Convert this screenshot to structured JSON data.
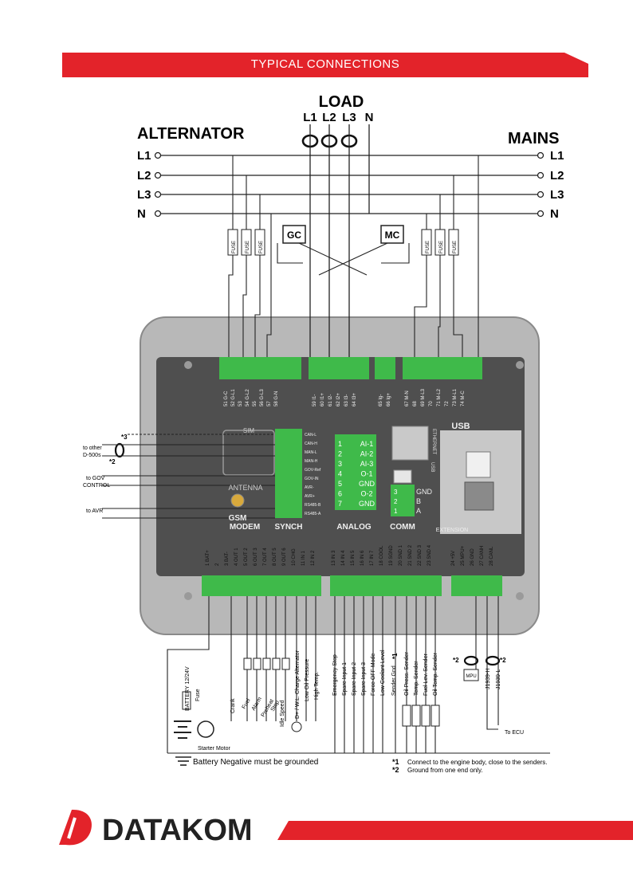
{
  "header": {
    "title": "TYPICAL CONNECTIONS"
  },
  "colors": {
    "brand_red": "#e3232a",
    "terminal_green": "#3fba4a",
    "device_grey": "#b9b9b9",
    "panel_dark": "#555555"
  },
  "diagram": {
    "load": "LOAD",
    "alternator": "ALTERNATOR",
    "mains": "MAINS",
    "load_phases": [
      "L1",
      "L2",
      "L3",
      "N"
    ],
    "left_phases": [
      "L1",
      "L2",
      "L3",
      "N"
    ],
    "right_phases": [
      "L1",
      "L2",
      "L3",
      "N"
    ],
    "gc": "GC",
    "mc": "MC",
    "fuse": "FUSE",
    "top_terminals": [
      "51 G-C",
      "52 G-L1",
      "53",
      "54 G-L2",
      "55",
      "56 G-L3",
      "57",
      "58 G-N",
      "59 I1-",
      "60 I1+",
      "61 I2-",
      "62 I2+",
      "63 I3-",
      "64 I3+",
      "65 Ig-",
      "66 Ig+",
      "67 M-N",
      "68",
      "69 M-L3",
      "70",
      "71 M-L2",
      "72",
      "73 M-L1",
      "74 M-C"
    ],
    "bottom_left_terminals": [
      "1 BAT+",
      "2",
      "3 BAT-",
      "4 OUT 1",
      "5 OUT 2",
      "6 OUT 3",
      "7 OUT 4",
      "8 OUT 5",
      "9 OUT 6",
      "10 CHG",
      "11 IN 1",
      "12 IN 2"
    ],
    "bottom_mid_terminals": [
      "13 IN 3",
      "14 IN 4",
      "15 IN 5",
      "16 IN 6",
      "17 IN 7",
      "18 COOL",
      "19 SGND",
      "20 SND 1",
      "21 SND 2",
      "22 SND 3",
      "23 SND 4"
    ],
    "bottom_right_terminals": [
      "24 +5V",
      "25 MPU+",
      "26 GND",
      "27 CANH",
      "28 CANL"
    ],
    "synch_labels": [
      "CAN-L",
      "CAN-H",
      "MAN-L",
      "MAN-H",
      "GOV-Ref",
      "GOV-IN",
      "AVR-",
      "AVR+",
      "RS485-B",
      "RS485-A"
    ],
    "analog": {
      "title": "ANALOG",
      "pins": [
        "1",
        "2",
        "3",
        "4",
        "5",
        "6",
        "7"
      ],
      "labels": [
        "AI-1",
        "AI-2",
        "AI-3",
        "O-1",
        "GND",
        "O-2",
        "GND"
      ]
    },
    "comm": {
      "title": "COMM",
      "pins": [
        "3",
        "2",
        "1"
      ],
      "labels": [
        "GND",
        "B",
        "A"
      ],
      "ethernet": "ETHERNET",
      "usb_small": "USB"
    },
    "modem": {
      "antenna": "ANTENNA",
      "gsm": "GSM",
      "title": "MODEM",
      "sim": "SIM"
    },
    "synch_title": "SYNCH",
    "usb": "USB",
    "extension": "EXTENSION",
    "side_notes": {
      "d500": "to other\nD-500s",
      "gov": "to GOV\nCONTROL",
      "avr": "to AVR",
      "star3": "*3",
      "star2": "*2"
    },
    "bottom_labels": {
      "battery": "BATTERY 12/24V",
      "fuse": "Fuse",
      "starter": "Starter Motor",
      "crank": "Crank",
      "fuel": "Fuel",
      "alarm": "Alarm",
      "preheat": "Preheat",
      "stop": "Stop",
      "idle": "Idle Speed",
      "chg": "D+ / W.L. Charge Alternator",
      "low_oil": "Low Oil Pressure",
      "high_temp": "High Temp.",
      "emergency": "Emergency Stop",
      "spare1": "Spare Input 1",
      "spare2": "Spare Input 2",
      "spare3": "Spare Input 3",
      "force_off": "Force OFF Mode",
      "low_cool": "Low Coolant Level",
      "sender_gnd": "Sender Gnd",
      "sender_star": "*1",
      "oil_press": "Oil Press. Sender",
      "temp": "Temp. Sender",
      "fuel_lev": "Fuel Lev. Sender",
      "oil_temp": "Oil Temp. Sender",
      "mpu": "MPU",
      "j1939h": "J1939-H",
      "j1939l": "J1939-L",
      "to_ecu": "To ECU",
      "star2a": "*2",
      "star2b": "*2",
      "ground_note": "Battery Negative must be grounded"
    },
    "notes": [
      {
        "mark": "*1",
        "text": "Connect to the engine body, close to the senders."
      },
      {
        "mark": "*2",
        "text": "Ground from one end only."
      }
    ]
  },
  "footer": {
    "brand": "DATAKOM"
  }
}
